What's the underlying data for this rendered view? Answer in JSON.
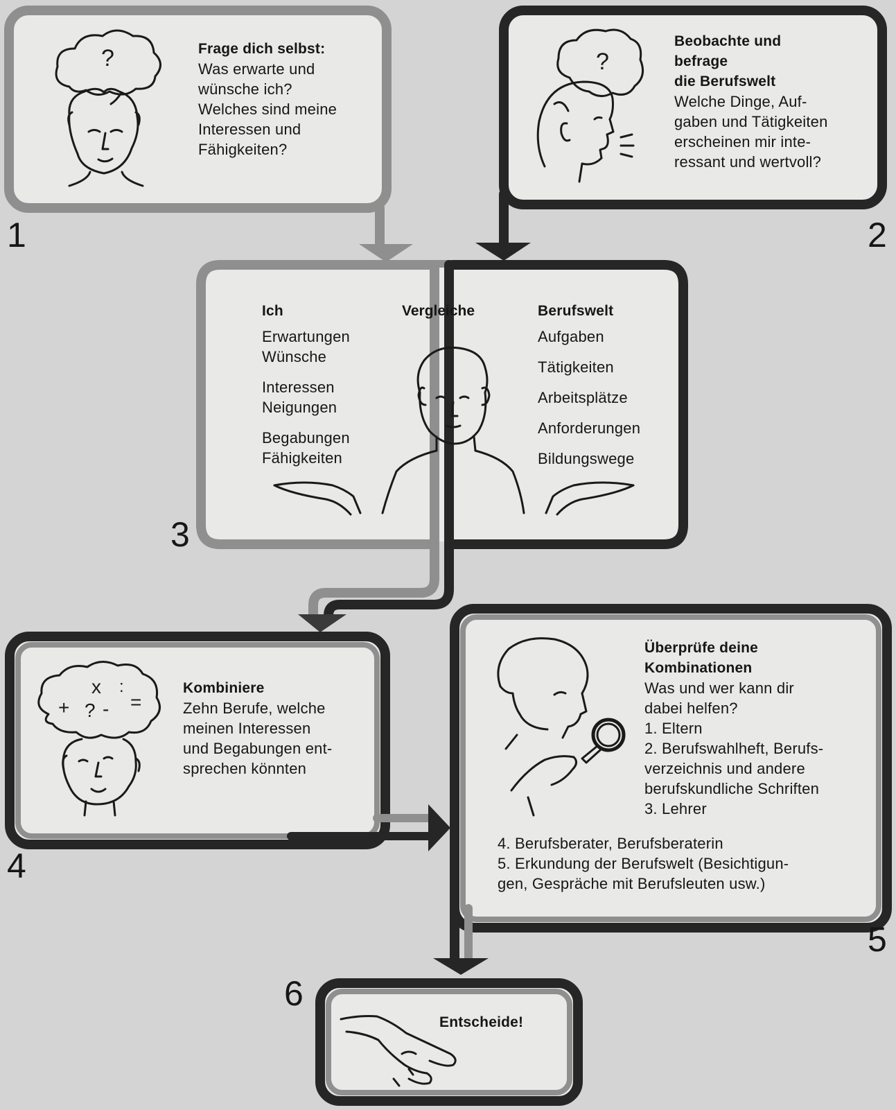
{
  "step1": {
    "number": "1",
    "title": "Frage dich selbst:",
    "lines": [
      "Was erwarte und",
      "wünsche ich?",
      "Welches sind meine",
      "Interessen und",
      "Fähigkeiten?"
    ]
  },
  "step2": {
    "number": "2",
    "title_lines": [
      "Beobachte und",
      "befrage",
      "die Berufswelt"
    ],
    "lines": [
      "Welche Dinge, Auf-",
      "gaben und Tätigkeiten",
      "erscheinen mir inte-",
      "ressant und wertvoll?"
    ]
  },
  "step3": {
    "number": "3",
    "compare_label": "Vergleiche",
    "left": {
      "title": "Ich",
      "groups": [
        [
          "Erwartungen",
          "Wünsche"
        ],
        [
          "Interessen",
          "Neigungen"
        ],
        [
          "Begabungen",
          "Fähigkeiten"
        ]
      ]
    },
    "right": {
      "title": "Berufswelt",
      "items": [
        "Aufgaben",
        "Tätigkeiten",
        "Arbeitsplätze",
        "Anforderungen",
        "Bildungswege"
      ]
    }
  },
  "step4": {
    "number": "4",
    "title": "Kombiniere",
    "lines": [
      "Zehn Berufe, welche",
      "meinen Interessen",
      "und Begabungen ent-",
      "sprechen könnten"
    ],
    "thought_symbols": [
      "x",
      ":",
      "+",
      "?",
      "-",
      "="
    ]
  },
  "step5": {
    "number": "5",
    "title_lines": [
      "Überprüfe deine",
      "Kombinationen"
    ],
    "lines": [
      "Was und wer kann dir",
      "dabei helfen?",
      "1. Eltern",
      "2. Berufswahlheft, Berufs-",
      "verzeichnis und andere",
      "berufskundliche Schriften",
      "3. Lehrer"
    ],
    "wide_lines": [
      "4. Berufsberater, Berufsberaterin",
      "5. Erkundung der Berufswelt  (Besichtigun-",
      "gen, Gespräche mit Berufsleuten usw.)"
    ]
  },
  "step6": {
    "number": "6",
    "title": "Entscheide!"
  },
  "colors": {
    "background": "#d4d4d4",
    "panel": "#e9e9e7",
    "grey_line": "#8f8f8f",
    "dark_line": "#262626"
  }
}
